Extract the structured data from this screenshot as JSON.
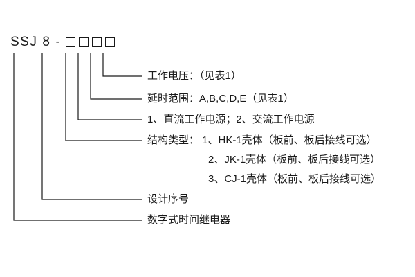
{
  "model_code": {
    "prefix": "SSJ",
    "number": "8",
    "separator": "-"
  },
  "annotations": {
    "working_voltage": "工作电压：（见表1）",
    "delay_range": "延时范围：A,B,C,D,E（见表1）",
    "power_type": "1、直流工作电源；2、交流工作电源",
    "structure_type": "结构类型： 1、HK-1壳体（板前、板后接线可选）",
    "structure_type_2": "2、JK-1壳体（板前、板后接线可选）",
    "structure_type_3": "3、CJ-1壳体（板前、板后接线可选）",
    "design_serial": "设计序号",
    "product_name": "数字式时间继电器"
  },
  "colors": {
    "line": "#1a1a1a",
    "text": "#1a1a1a",
    "background": "#ffffff"
  }
}
